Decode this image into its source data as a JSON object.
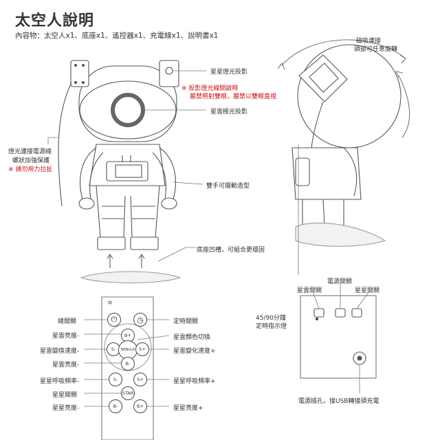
{
  "header": {
    "title": "太空人說明",
    "contents": "內容物：太空人x1、底座x1、遙控器x1、充電線x1、說明書x1"
  },
  "front": {
    "star_laser": "星星燈光投影",
    "warning_line1": "※ 投影燈光線開啟時",
    "warning_line2": "嚴禁照射雙眼，嚴禁以雙眼直視",
    "nebula": "星雲極光投影",
    "cable_line1": "燈光連接電源線",
    "cable_line2": "螺狀加強保護",
    "cable_warning": "※ 請勿用力拉扯",
    "arms": "雙手可擺動造型",
    "base": "底座凹槽，可組合更穩固"
  },
  "side": {
    "magnet_line1": "磁吸連接",
    "magnet_line2": "頭部可任意旋轉"
  },
  "back_panel": {
    "power_switch": "電源開關",
    "nebula_switch": "星雲開關",
    "star_switch": "星星開關",
    "timer_line1": "45/90分鐘",
    "timer_line2": "定時指示燈",
    "usb": "電源插孔，接USB轉接頭充電"
  },
  "remote": {
    "left_labels": [
      "總開關",
      "星雲亮度-",
      "星雲變換速度-",
      "星雲亮度-",
      "星星呼吸頻率-",
      "星星開關",
      "星星亮度-"
    ],
    "right_labels": [
      "定時開關",
      "星雲顏色切換",
      "星雲變化速度+",
      "星星呼吸頻率+",
      "星星亮度+"
    ],
    "buttons": {
      "b_plus": "B+",
      "s_minus": "S-",
      "nebula": "NEBULA",
      "s_plus": "S+",
      "b_minus": "B-",
      "star_s_minus": "S-",
      "star_s_plus": "S+",
      "star": "STAR",
      "star_b_minus": "B-",
      "star_b_plus": "B+"
    }
  }
}
